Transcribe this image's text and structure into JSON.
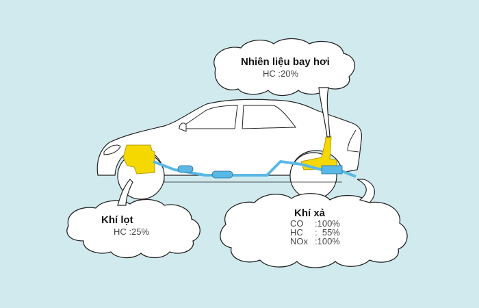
{
  "diagram": {
    "subject": "car-emission-sources",
    "colors": {
      "background": "#d0eaee",
      "engine": "#f5d800",
      "exhaust": "#5ab8e6",
      "outline": "#222222",
      "body": "#ffffff"
    },
    "callouts": {
      "evaporative": {
        "title": "Nhiên liệu bay hơi",
        "lines": [
          "HC :20%"
        ]
      },
      "blowby": {
        "title": "Khí lọt",
        "lines": [
          "HC :25%"
        ]
      },
      "exhaust": {
        "title": "Khí xả",
        "rows": [
          {
            "key": "CO",
            "value": ":100%"
          },
          {
            "key": "HC",
            "value": ":  55%"
          },
          {
            "key": "NOx",
            "value": ":100%"
          }
        ]
      }
    }
  }
}
